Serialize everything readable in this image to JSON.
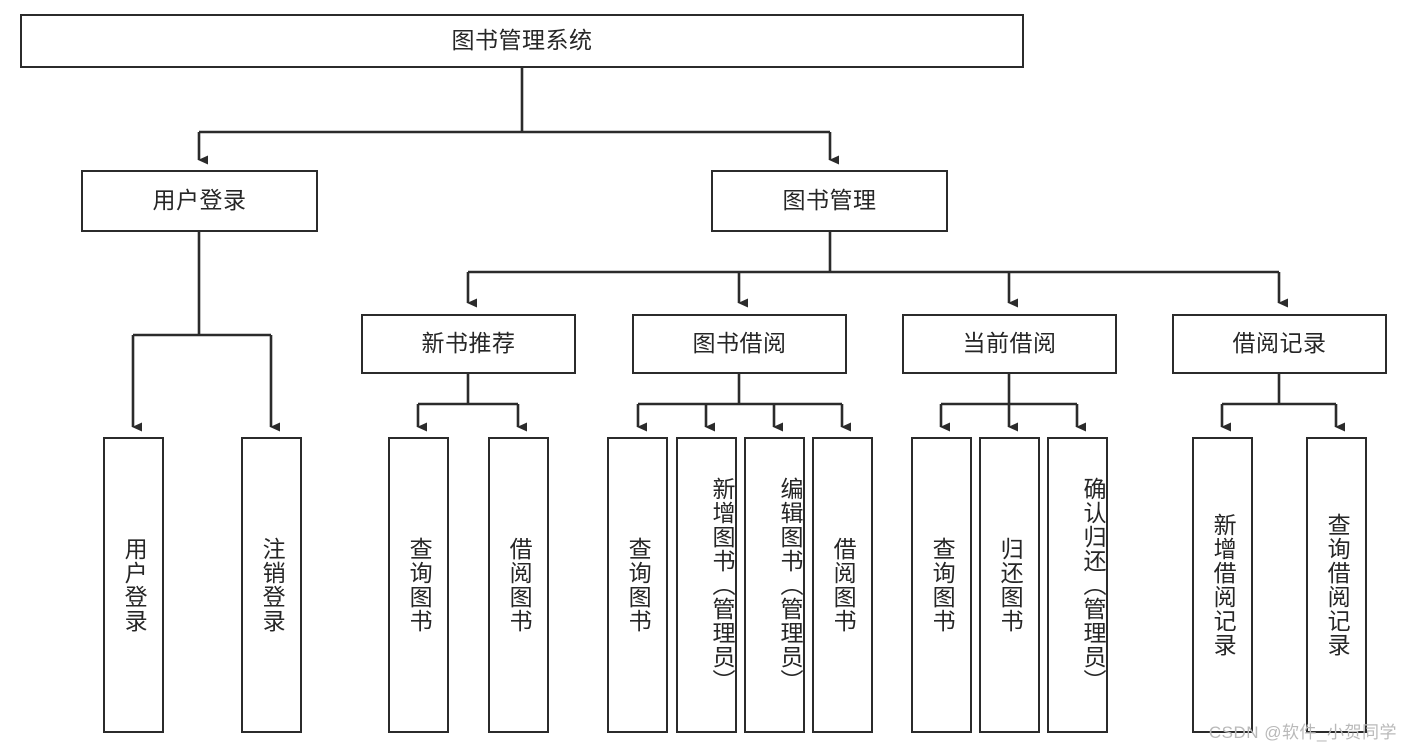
{
  "diagram": {
    "type": "tree",
    "title": "图书管理系统",
    "root": {
      "id": "root",
      "label": "图书管理系统"
    },
    "level2": [
      {
        "id": "user-login",
        "label": "用户登录"
      },
      {
        "id": "book-management",
        "label": "图书管理"
      }
    ],
    "level3": [
      {
        "id": "new-book-recommend",
        "label": "新书推荐",
        "parent": "book-management"
      },
      {
        "id": "book-borrow",
        "label": "图书借阅",
        "parent": "book-management"
      },
      {
        "id": "current-borrow",
        "label": "当前借阅",
        "parent": "book-management"
      },
      {
        "id": "borrow-record",
        "label": "借阅记录",
        "parent": "book-management"
      }
    ],
    "leaves": {
      "user_login": [
        {
          "id": "leaf-user-login",
          "label": "用户登录"
        },
        {
          "id": "leaf-user-logout",
          "label": "注销登录"
        }
      ],
      "new_book_recommend": [
        {
          "id": "leaf-query-book-1",
          "label": "查询图书"
        },
        {
          "id": "leaf-borrow-book-1",
          "label": "借阅图书"
        }
      ],
      "book_borrow": [
        {
          "id": "leaf-query-book-2",
          "label": "查询图书"
        },
        {
          "id": "leaf-add-book-admin",
          "label": "新增图书（管理员）"
        },
        {
          "id": "leaf-edit-book-admin",
          "label": "编辑图书（管理员）"
        },
        {
          "id": "leaf-borrow-book-2",
          "label": "借阅图书"
        }
      ],
      "current_borrow": [
        {
          "id": "leaf-query-book-3",
          "label": "查询图书"
        },
        {
          "id": "leaf-return-book",
          "label": "归还图书"
        },
        {
          "id": "leaf-confirm-return-admin",
          "label": "确认归还（管理员）"
        }
      ],
      "borrow_record": [
        {
          "id": "leaf-add-borrow-record",
          "label": "新增借阅记录"
        },
        {
          "id": "leaf-query-borrow-record",
          "label": "查询借阅记录"
        }
      ]
    },
    "watermark": "CSDN @软件_小贺同学",
    "colors": {
      "stroke": "#2b2b2b",
      "text": "#262626",
      "background": "#ffffff",
      "watermark": "#b9b9b9"
    }
  }
}
